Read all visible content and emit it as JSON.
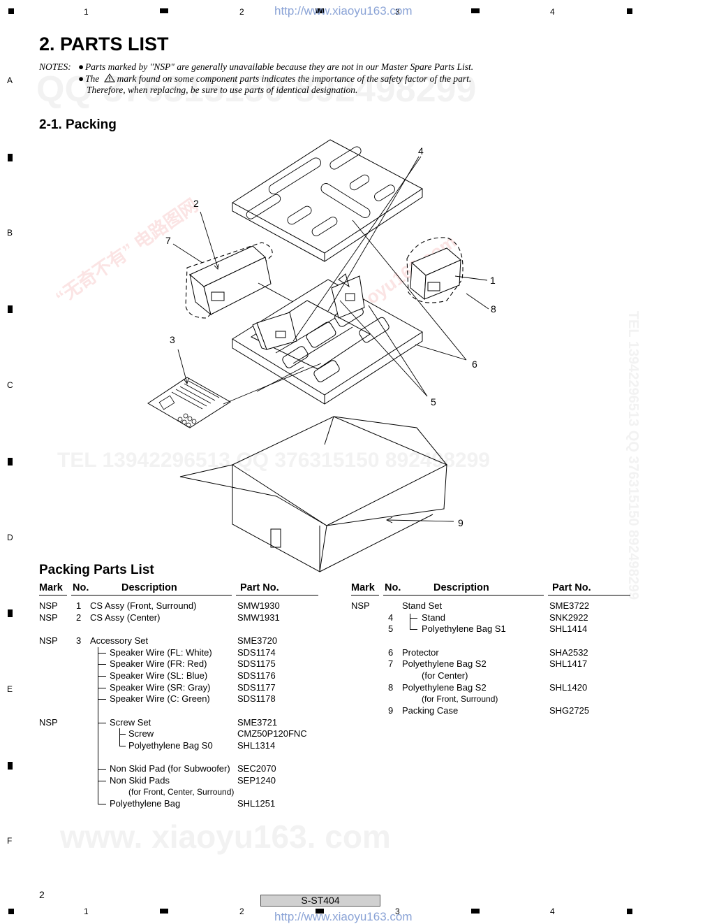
{
  "header_url": "http://www.xiaoyu163.com",
  "footer_url": "http://www.xiaoyu163.com",
  "ruler": {
    "cols": [
      "1",
      "2",
      "3",
      "4"
    ],
    "rows": [
      "A",
      "B",
      "C",
      "D",
      "E",
      "F"
    ]
  },
  "watermarks": {
    "qq": "QQ 376315150  892498299",
    "tel": "TEL 13942296513  QQ 376315150  892498299",
    "www": "www. xiaoyu163. com",
    "cn": "“无奇不有” 电路图网",
    "site": "www.xiaoyu163.com",
    "vertical": "TEL 13942296513  QQ 376315150  892498299"
  },
  "title": "2. PARTS LIST",
  "notes": {
    "label": "NOTES:",
    "line1": "Parts marked by \"NSP\" are generally unavailable because they are not in our Master Spare Parts List.",
    "line2a": "The",
    "line2b": "mark found on some component parts indicates the importance of the safety factor of the part.",
    "line3": "Therefore, when replacing, be sure to use parts of identical designation."
  },
  "section_title": "2-1. Packing",
  "callouts": [
    "1",
    "2",
    "3",
    "4",
    "5",
    "6",
    "7",
    "8",
    "9"
  ],
  "list_title": "Packing Parts List",
  "columns": {
    "mark": "Mark",
    "no": "No.",
    "desc": "Description",
    "part": "Part No."
  },
  "left_rows": [
    {
      "mark": "NSP",
      "no": "1",
      "desc": "CS Assy (Front, Surround)",
      "part": "SMW1930"
    },
    {
      "mark": "NSP",
      "no": "2",
      "desc": "CS Assy (Center)",
      "part": "SMW1931"
    },
    {
      "mark": "NSP",
      "no": "3",
      "desc": "Accessory Set",
      "part": "SME3720"
    },
    {
      "mark": "",
      "no": "",
      "desc": "Speaker Wire (FL: White)",
      "part": "SDS1174"
    },
    {
      "mark": "",
      "no": "",
      "desc": "Speaker Wire (FR: Red)",
      "part": "SDS1175"
    },
    {
      "mark": "",
      "no": "",
      "desc": "Speaker Wire (SL: Blue)",
      "part": "SDS1176"
    },
    {
      "mark": "",
      "no": "",
      "desc": "Speaker Wire (SR: Gray)",
      "part": "SDS1177"
    },
    {
      "mark": "",
      "no": "",
      "desc": "Speaker Wire (C: Green)",
      "part": "SDS1178"
    },
    {
      "mark": "NSP",
      "no": "",
      "desc": "Screw Set",
      "part": "SME3721"
    },
    {
      "mark": "",
      "no": "",
      "desc": "Screw",
      "part": "CMZ50P120FNC"
    },
    {
      "mark": "",
      "no": "",
      "desc": "Polyethylene Bag S0",
      "part": "SHL1314"
    },
    {
      "mark": "",
      "no": "",
      "desc": "Non Skid Pad (for Subwoofer)",
      "part": "SEC2070"
    },
    {
      "mark": "",
      "no": "",
      "desc": "Non Skid Pads",
      "part": "SEP1240"
    },
    {
      "mark": "",
      "no": "",
      "desc": "(for Front, Center, Surround)",
      "part": ""
    },
    {
      "mark": "",
      "no": "",
      "desc": "Polyethylene Bag",
      "part": "SHL1251"
    }
  ],
  "right_rows": [
    {
      "mark": "NSP",
      "no": "",
      "desc": "Stand Set",
      "part": "SME3722"
    },
    {
      "mark": "",
      "no": "4",
      "desc": "Stand",
      "part": "SNK2922"
    },
    {
      "mark": "",
      "no": "5",
      "desc": "Polyethylene Bag S1",
      "part": "SHL1414"
    },
    {
      "mark": "",
      "no": "6",
      "desc": "Protector",
      "part": "SHA2532"
    },
    {
      "mark": "",
      "no": "7",
      "desc": "Polyethylene Bag S2",
      "part": "SHL1417"
    },
    {
      "mark": "",
      "no": "",
      "desc": "(for Center)",
      "part": ""
    },
    {
      "mark": "",
      "no": "8",
      "desc": "Polyethylene Bag S2",
      "part": "SHL1420"
    },
    {
      "mark": "",
      "no": "",
      "desc": "(for Front, Surround)",
      "part": ""
    },
    {
      "mark": "",
      "no": "9",
      "desc": "Packing Case",
      "part": "SHG2725"
    }
  ],
  "page_number": "2",
  "model": "S-ST404"
}
